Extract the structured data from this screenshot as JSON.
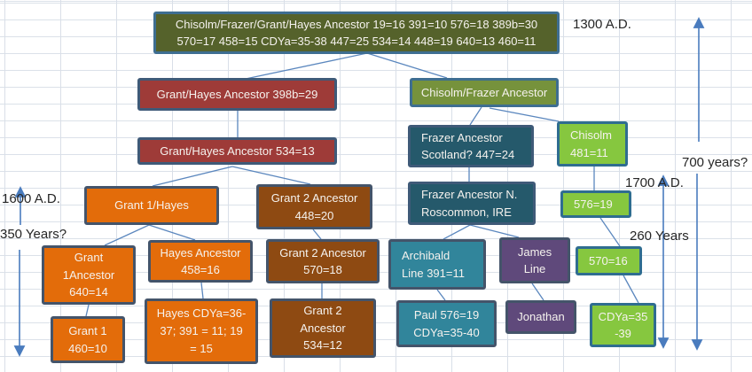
{
  "timeline": {
    "top_right_date": "1300 A.D.",
    "left_date": "1600 A.D.",
    "left_span": "350 Years?",
    "right_span_long": "700 years?",
    "right_date": "1700 A.D.",
    "right_span_short": "260 Years"
  },
  "colors": {
    "top_ancestor_fill": "#55622b",
    "olive_fill": "#76923c",
    "red_fill": "#9e3b38",
    "orange_fill": "#e36c0a",
    "brown_fill": "#8e4a12",
    "dark_teal_fill": "#25596b",
    "teal_fill": "#31859b",
    "purple_fill": "#5f497b",
    "green_fill": "#86c73f",
    "box_border": "#44546a",
    "connector_line": "#5b87be",
    "grid_line": "#d9dfe8"
  },
  "nodes": {
    "top_ancestor": {
      "text": "Chisolm/Frazer/Grant/Hayes Ancestor 19=16 391=10 576=18 389b=30\n570=17 458=15 CDYa=35-38 447=25 534=14 448=19 640=13 460=11"
    },
    "grant_hayes_398b": {
      "text": "Grant/Hayes Ancestor 398b=29"
    },
    "chisolm_frazer": {
      "text": "Chisolm/Frazer Ancestor"
    },
    "grant_hayes_534": {
      "text": "Grant/Hayes  Ancestor 534=13"
    },
    "frazer_scotland": {
      "text": "Frazer Ancestor\nScotland? 447=24"
    },
    "chisolm_481": {
      "text": "Chisolm\n481=11"
    },
    "grant1_hayes": {
      "text": "Grant 1/Hayes"
    },
    "grant2_448": {
      "text": "Grant 2  Ancestor\n448=20"
    },
    "frazer_roscommon": {
      "text": "Frazer Ancestor N.\nRoscommon, IRE"
    },
    "val_576_19": {
      "text": "576=19"
    },
    "grant1_ancestor": {
      "text": "Grant\n1Ancestor\n640=14"
    },
    "hayes_458": {
      "text": "Hayes Ancestor\n458=16"
    },
    "grant2_570": {
      "text": "Grant 2  Ancestor\n570=18"
    },
    "archibald_line": {
      "text": "Archibald\nLine 391=11"
    },
    "james_line": {
      "text": "James\nLine"
    },
    "val_570_16": {
      "text": "570=16"
    },
    "grant1_460": {
      "text": "Grant 1\n460=10"
    },
    "hayes_cdya": {
      "text": "Hayes  CDYa=36-\n37; 391 = 11; 19\n= 15"
    },
    "grant2_534": {
      "text": "Grant 2\nAncestor\n534=12"
    },
    "paul": {
      "text": "Paul 576=19\nCDYa=35-40"
    },
    "jonathan": {
      "text": "Jonathan"
    },
    "cdya_35_39": {
      "text": "CDYa=35\n-39"
    }
  }
}
